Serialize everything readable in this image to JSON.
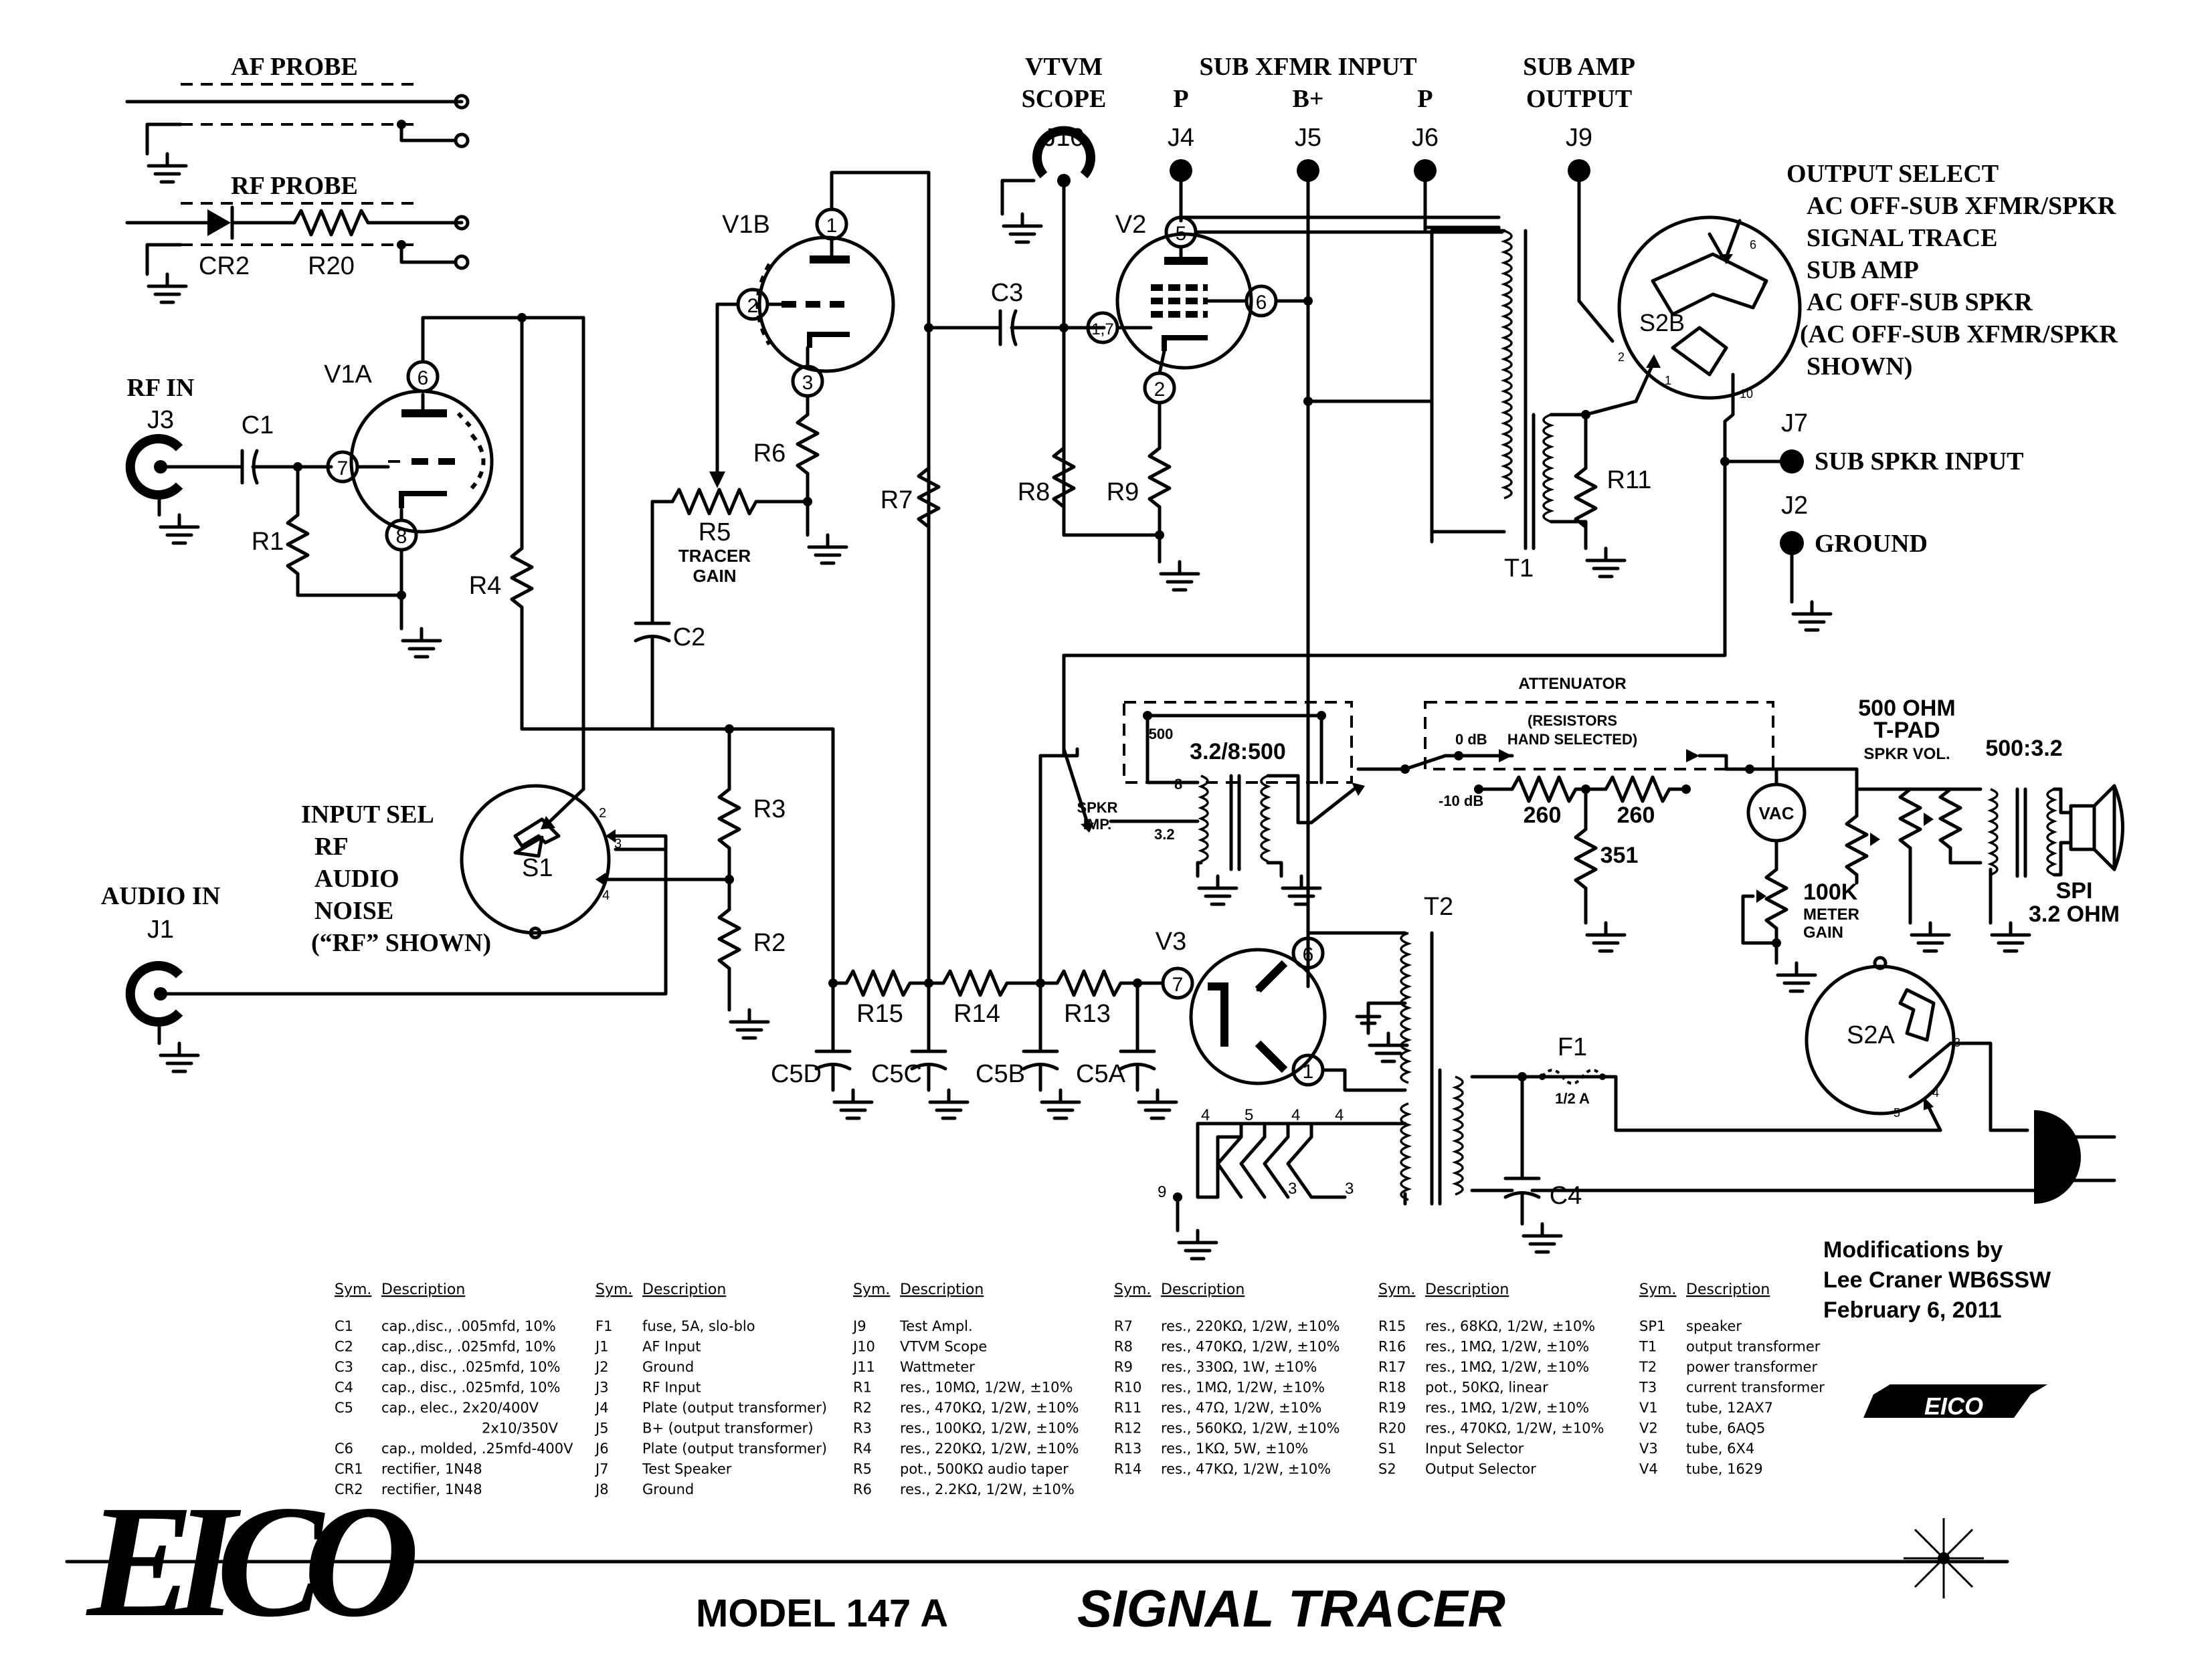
{
  "labels": {
    "af_probe": "AF PROBE",
    "rf_probe": "RF PROBE",
    "cr2": "CR2",
    "r20": "R20",
    "rf_in": "RF IN",
    "j3": "J3",
    "c1": "C1",
    "v1a": "V1A",
    "r1": "R1",
    "r4": "R4",
    "v1b": "V1B",
    "r6": "R6",
    "r5": "R5",
    "tracer_gain_1": "TRACER",
    "tracer_gain_2": "GAIN",
    "c2": "C2",
    "vtvm": "VTVM",
    "scope": "SCOPE",
    "j10": "J10",
    "c3": "C3",
    "r7": "R7",
    "sub_xfmr_input": "SUB XFMR INPUT",
    "p1": "P",
    "bplus": "B+",
    "p2": "P",
    "j4": "J4",
    "j5": "J5",
    "j6": "J6",
    "v2": "V2",
    "r8": "R8",
    "r9": "R9",
    "sub_amp_1": "SUB AMP",
    "sub_amp_2": "OUTPUT",
    "j9": "J9",
    "t1": "T1",
    "r11": "R11",
    "s2b": "S2B",
    "j7": "J7",
    "j2": "J2",
    "sub_spkr_input": "SUB SPKR INPUT",
    "ground": "GROUND",
    "input_sel": "INPUT SEL",
    "rf": "RF",
    "audio": "AUDIO",
    "noise": "NOISE",
    "rf_shown": "(“RF” SHOWN)",
    "s1": "S1",
    "r3": "R3",
    "r2": "R2",
    "audio_in": "AUDIO IN",
    "j1": "J1",
    "r15": "R15",
    "r14": "R14",
    "r13": "R13",
    "c5d": "C5D",
    "c5c": "C5C",
    "c5b": "C5B",
    "c5a": "C5A",
    "v3": "V3",
    "t2": "T2",
    "f1": "F1",
    "f1_rating": "1/2 A",
    "c4": "C4",
    "s2a": "S2A",
    "attenuator": "ATTENUATOR",
    "resistors_1": "(RESISTORS",
    "resistors_2": "HAND SELECTED)",
    "odb": "0 dB",
    "m10db": "-10 dB",
    "r260a": "260",
    "r260b": "260",
    "r351": "351",
    "xfmr_ratio": "3.2/8:500",
    "tap500": "500",
    "tap8": "8",
    "tap32": "3.2",
    "spkr_imp_1": "SPKR",
    "spkr_imp_2": "IMP.",
    "vac": "VAC",
    "meter_100k": "100K",
    "meter_1": "METER",
    "meter_2": "GAIN",
    "tpad_1": "500 OHM",
    "tpad_2": "T-PAD",
    "spkr_vol": "SPKR VOL.",
    "out_ratio": "500:3.2",
    "sp1": "SPI",
    "sp1_ohm": "3.2 OHM",
    "mods_1": "Modifications by",
    "mods_2": "Lee Craner WB6SSW",
    "mods_3": "February 6, 2011",
    "model": "MODEL 147 A",
    "product": "SIGNAL TRACER",
    "brand": "EICO",
    "pin1": "1",
    "pin2": "2",
    "pin3": "3",
    "pin5": "5",
    "pin6": "6",
    "pin7": "7",
    "pin8": "8",
    "pin17": "1,7"
  },
  "output_select": {
    "title": "OUTPUT SELECT",
    "items": [
      "AC OFF-SUB XFMR/SPKR",
      "SIGNAL TRACE",
      "SUB AMP",
      "AC OFF-SUB SPKR",
      "(AC OFF-SUB XFMR/SPKR",
      " SHOWN)"
    ]
  },
  "parts_list": {
    "columns": [
      {
        "head_sym": "Sym.",
        "head_desc": "Description",
        "rows": [
          [
            "C1",
            "cap.,disc., .005mfd, 10%"
          ],
          [
            "C2",
            "cap.,disc., .025mfd, 10%"
          ],
          [
            "C3",
            "cap., disc., .025mfd, 10%"
          ],
          [
            "C4",
            "cap., disc., .025mfd, 10%"
          ],
          [
            "C5",
            "cap., elec., 2x20/400V"
          ],
          [
            "",
            "2x10/350V"
          ],
          [
            "C6",
            "cap., molded, .25mfd-400V"
          ],
          [
            "CR1",
            "rectifier, 1N48"
          ],
          [
            "CR2",
            "rectifier, 1N48"
          ]
        ]
      },
      {
        "head_sym": "Sym.",
        "head_desc": "Description",
        "rows": [
          [
            "F1",
            "fuse, 5A, slo-blo"
          ],
          [
            "J1",
            "AF Input"
          ],
          [
            "J2",
            "Ground"
          ],
          [
            "J3",
            "RF Input"
          ],
          [
            "J4",
            "Plate (output transformer)"
          ],
          [
            "J5",
            "B+ (output transformer)"
          ],
          [
            "J6",
            "Plate (output transformer)"
          ],
          [
            "J7",
            "Test Speaker"
          ],
          [
            "J8",
            "Ground"
          ]
        ]
      },
      {
        "head_sym": "Sym.",
        "head_desc": "Description",
        "rows": [
          [
            "J9",
            "Test Ampl."
          ],
          [
            "J10",
            "VTVM Scope"
          ],
          [
            "J11",
            "Wattmeter"
          ],
          [
            "R1",
            "res., 10MΩ, 1/2W, ±10%"
          ],
          [
            "R2",
            "res., 470KΩ, 1/2W, ±10%"
          ],
          [
            "R3",
            "res., 100KΩ, 1/2W, ±10%"
          ],
          [
            "R4",
            "res., 220KΩ, 1/2W, ±10%"
          ],
          [
            "R5",
            "pot., 500KΩ audio taper"
          ],
          [
            "R6",
            "res., 2.2KΩ, 1/2W, ±10%"
          ]
        ]
      },
      {
        "head_sym": "Sym.",
        "head_desc": "Description",
        "rows": [
          [
            "R7",
            "res., 220KΩ, 1/2W, ±10%"
          ],
          [
            "R8",
            "res., 470KΩ, 1/2W, ±10%"
          ],
          [
            "R9",
            "res., 330Ω, 1W, ±10%"
          ],
          [
            "R10",
            "res., 1MΩ, 1/2W, ±10%"
          ],
          [
            "R11",
            "res., 47Ω, 1/2W, ±10%"
          ],
          [
            "R12",
            "res., 560KΩ, 1/2W, ±10%"
          ],
          [
            "R13",
            "res., 1KΩ, 5W, ±10%"
          ],
          [
            "R14",
            "res., 47KΩ, 1/2W, ±10%"
          ]
        ]
      },
      {
        "head_sym": "Sym.",
        "head_desc": "Description",
        "rows": [
          [
            "R15",
            "res., 68KΩ, 1/2W, ±10%"
          ],
          [
            "R16",
            "res., 1MΩ, 1/2W, ±10%"
          ],
          [
            "R17",
            "res., 1MΩ, 1/2W, ±10%"
          ],
          [
            "R18",
            "pot., 50KΩ, linear"
          ],
          [
            "R19",
            "res., 1MΩ, 1/2W, ±10%"
          ],
          [
            "R20",
            "res., 470KΩ, 1/2W, ±10%"
          ],
          [
            "S1",
            "Input Selector"
          ],
          [
            "S2",
            "Output Selector"
          ]
        ]
      },
      {
        "head_sym": "Sym.",
        "head_desc": "Description",
        "rows": [
          [
            "SP1",
            "speaker"
          ],
          [
            "T1",
            "output transformer"
          ],
          [
            "T2",
            "power transformer"
          ],
          [
            "T3",
            "current transformer"
          ],
          [
            "V1",
            "tube, 12AX7"
          ],
          [
            "V2",
            "tube, 6AQ5"
          ],
          [
            "V3",
            "tube, 6X4"
          ],
          [
            "V4",
            "tube, 1629"
          ]
        ]
      }
    ]
  }
}
